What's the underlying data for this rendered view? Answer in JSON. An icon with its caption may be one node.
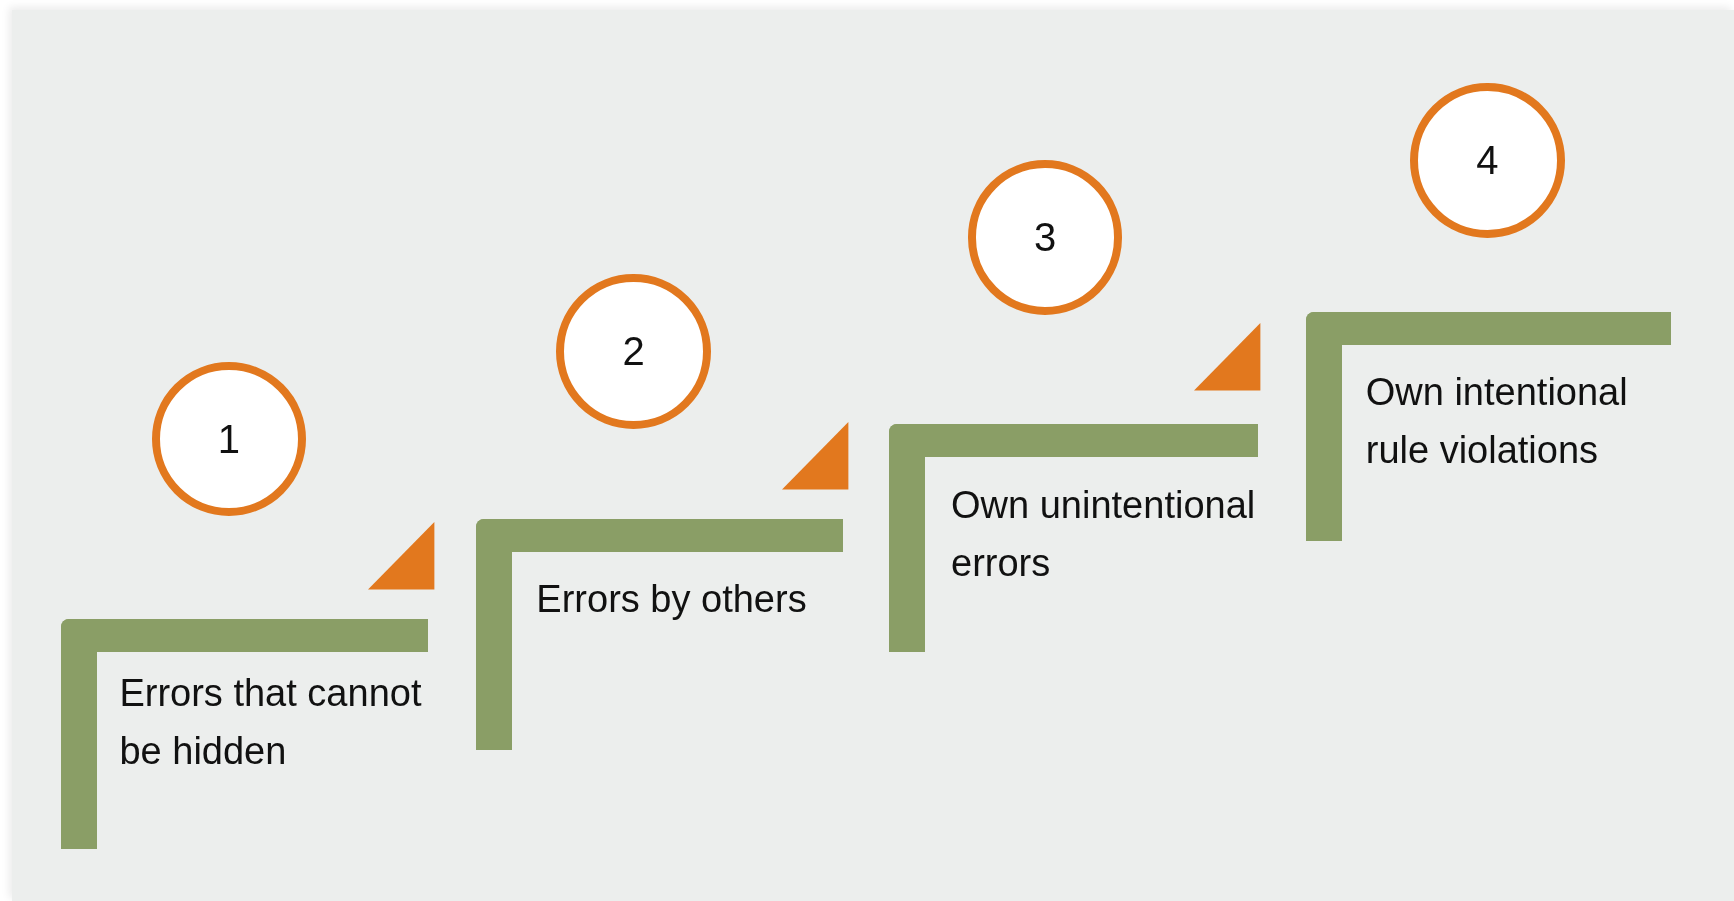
{
  "diagram": {
    "nodes": [
      {
        "text": [
          "1"
        ]
      },
      {
        "text": [
          "Errors that cannot be hidden"
        ]
      },
      {
        "text": [
          "2"
        ]
      },
      {
        "text": [
          "Errors by others"
        ]
      },
      {
        "text": [
          "3"
        ]
      },
      {
        "text": [
          "Own unintentional errors"
        ]
      },
      {
        "text": [
          "4"
        ]
      },
      {
        "text": [
          "Own intentional rule violations"
        ]
      }
    ]
  }
}
